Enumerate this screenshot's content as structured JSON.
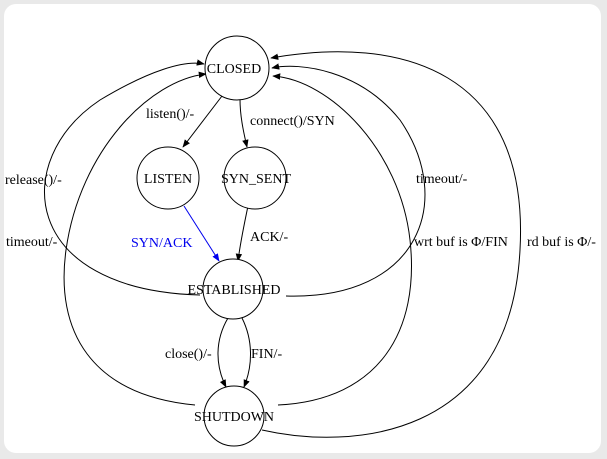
{
  "diagram": {
    "states": {
      "closed": "CLOSED",
      "listen": "LISTEN",
      "syn_sent": "SYN_SENT",
      "established": "ESTABLISHED",
      "shutdown": "SHUTDOWN"
    },
    "transitions": {
      "listen_label": "listen()/-",
      "connect_label": "connect()/SYN",
      "syn_ack_label": "SYN/ACK",
      "ack_label": "ACK/-",
      "release_label": "release()/-",
      "timeout_left_label": "timeout/-",
      "timeout_right_label": "timeout/-",
      "wrt_buf_label": "wrt buf is Φ/FIN",
      "rd_buf_label": "rd buf is Φ/-",
      "close_label": "close()/-",
      "fin_label": "FIN/-"
    },
    "colors": {
      "line": "#000000",
      "highlight": "#0000ee",
      "node_fill": "#ffffff"
    }
  }
}
